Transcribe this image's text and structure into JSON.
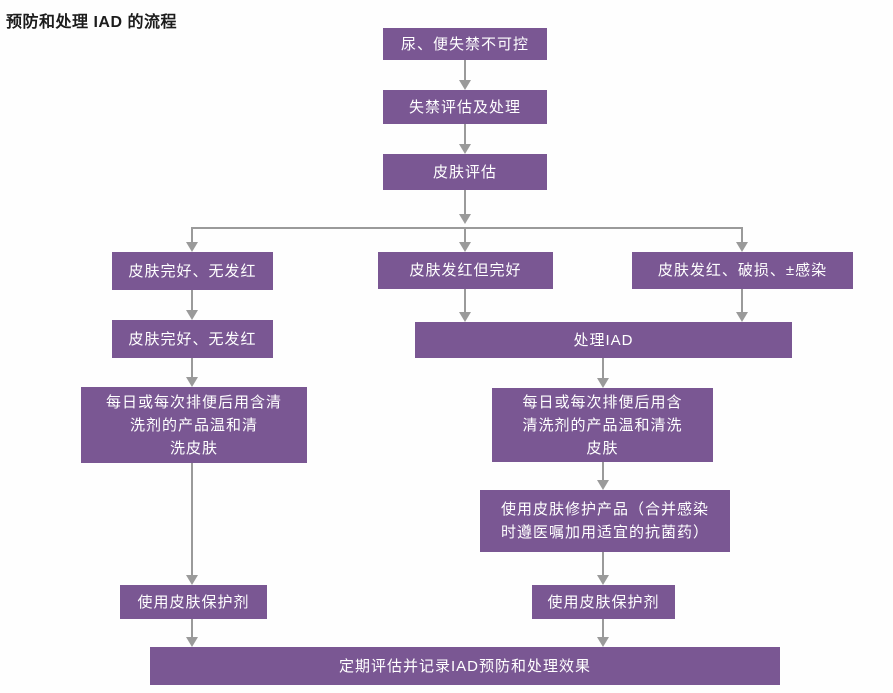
{
  "title": "预防和处理 IAD 的流程",
  "colors": {
    "node_fill": "#7a5793",
    "node_text": "#ffffff",
    "connector": "#9a9a9a",
    "title_text": "#1c1c1c",
    "background": "#fefefe"
  },
  "nodes": {
    "incontinence": "尿、便失禁不可控",
    "assessment": "失禁评估及处理",
    "skin_assessment": "皮肤评估",
    "branch_intact": "皮肤完好、无发红",
    "branch_red_intact": "皮肤发红但完好",
    "branch_red_broken": "皮肤发红、破损、±感染",
    "intact_confirm": "皮肤完好、无发红",
    "treat_iad": "处理IAD",
    "clean_left_lines": [
      "每日或每次排便后用含清",
      "洗剂的产品温和清",
      "洗皮肤"
    ],
    "clean_right_lines": [
      "每日或每次排便后用含",
      "清洗剂的产品温和清洗",
      "皮肤"
    ],
    "repair_lines": [
      "使用皮肤修护产品（合并感染",
      "时遵医嘱加用适宜的抗菌药）"
    ],
    "protect_left": "使用皮肤保护剂",
    "protect_right": "使用皮肤保护剂",
    "final_record": "定期评估并记录IAD预防和处理效果"
  }
}
